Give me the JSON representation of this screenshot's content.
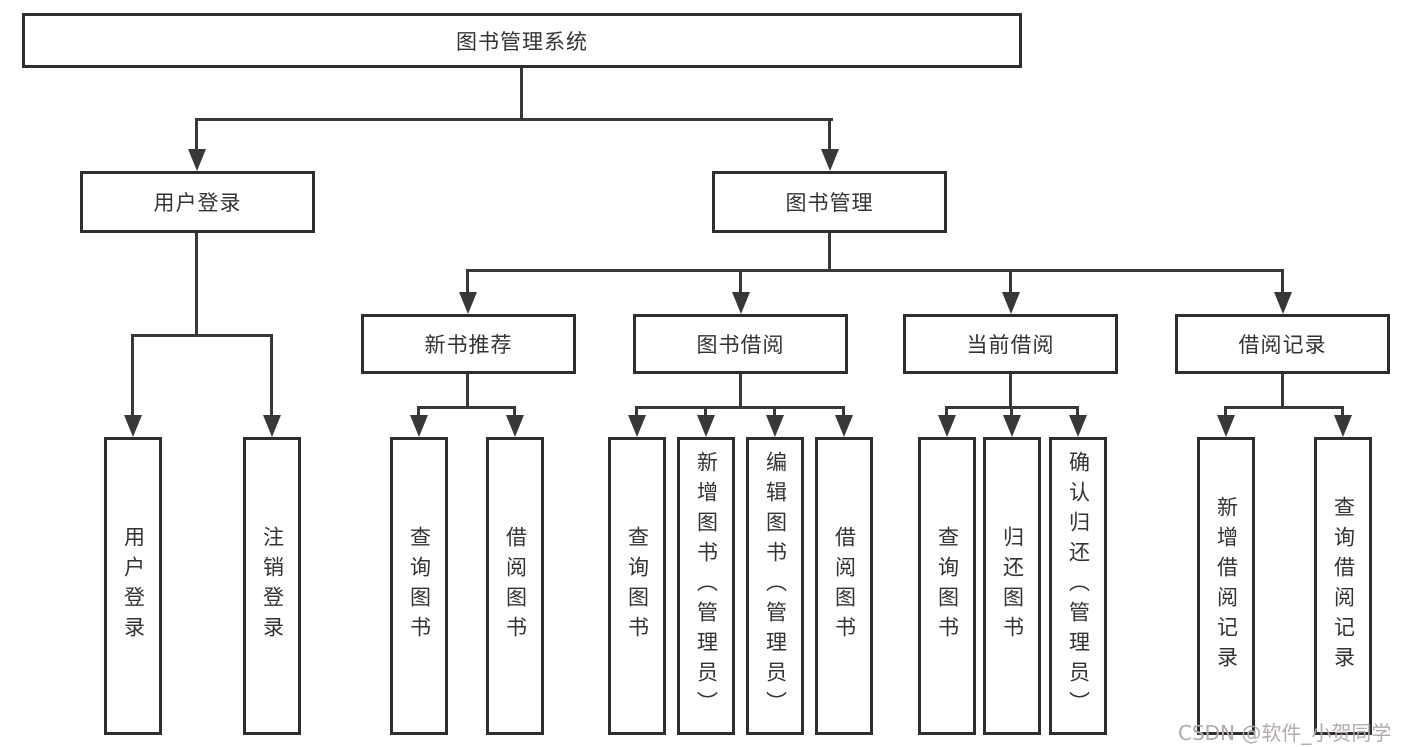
{
  "diagram_title": "图书管理系统",
  "nodes": {
    "root": "图书管理系统",
    "user_login": "用户登录",
    "book_mgmt": "图书管理",
    "new_book": "新书推荐",
    "book_borrow": "图书借阅",
    "current_borrow": "当前借阅",
    "borrow_record": "借阅记录",
    "leaf_user_login": "用户登录",
    "leaf_logout": "注销登录",
    "leaf_nb_query": "查询图书",
    "leaf_nb_borrow": "借阅图书",
    "leaf_bb_query": "查询图书",
    "leaf_bb_add": "新增图书（管理员）",
    "leaf_bb_edit": "编辑图书（管理员）",
    "leaf_bb_borrow": "借阅图书",
    "leaf_cb_query": "查询图书",
    "leaf_cb_return": "归还图书",
    "leaf_cb_confirm": "确认归还（管理员）",
    "leaf_br_add": "新增借阅记录",
    "leaf_br_query": "查询借阅记录"
  },
  "hierarchy": {
    "图书管理系统": {
      "用户登录": [
        "用户登录",
        "注销登录"
      ],
      "图书管理": {
        "新书推荐": [
          "查询图书",
          "借阅图书"
        ],
        "图书借阅": [
          "查询图书",
          "新增图书（管理员）",
          "编辑图书（管理员）",
          "借阅图书"
        ],
        "当前借阅": [
          "查询图书",
          "归还图书",
          "确认归还（管理员）"
        ],
        "借阅记录": [
          "新增借阅记录",
          "查询借阅记录"
        ]
      }
    }
  },
  "watermark": "CSDN @软件_小贺同学",
  "colors": {
    "line": "#383838",
    "box_border": "#2e2e2e",
    "text": "#333333",
    "background": "#ffffff",
    "watermark": "#b3abab"
  }
}
